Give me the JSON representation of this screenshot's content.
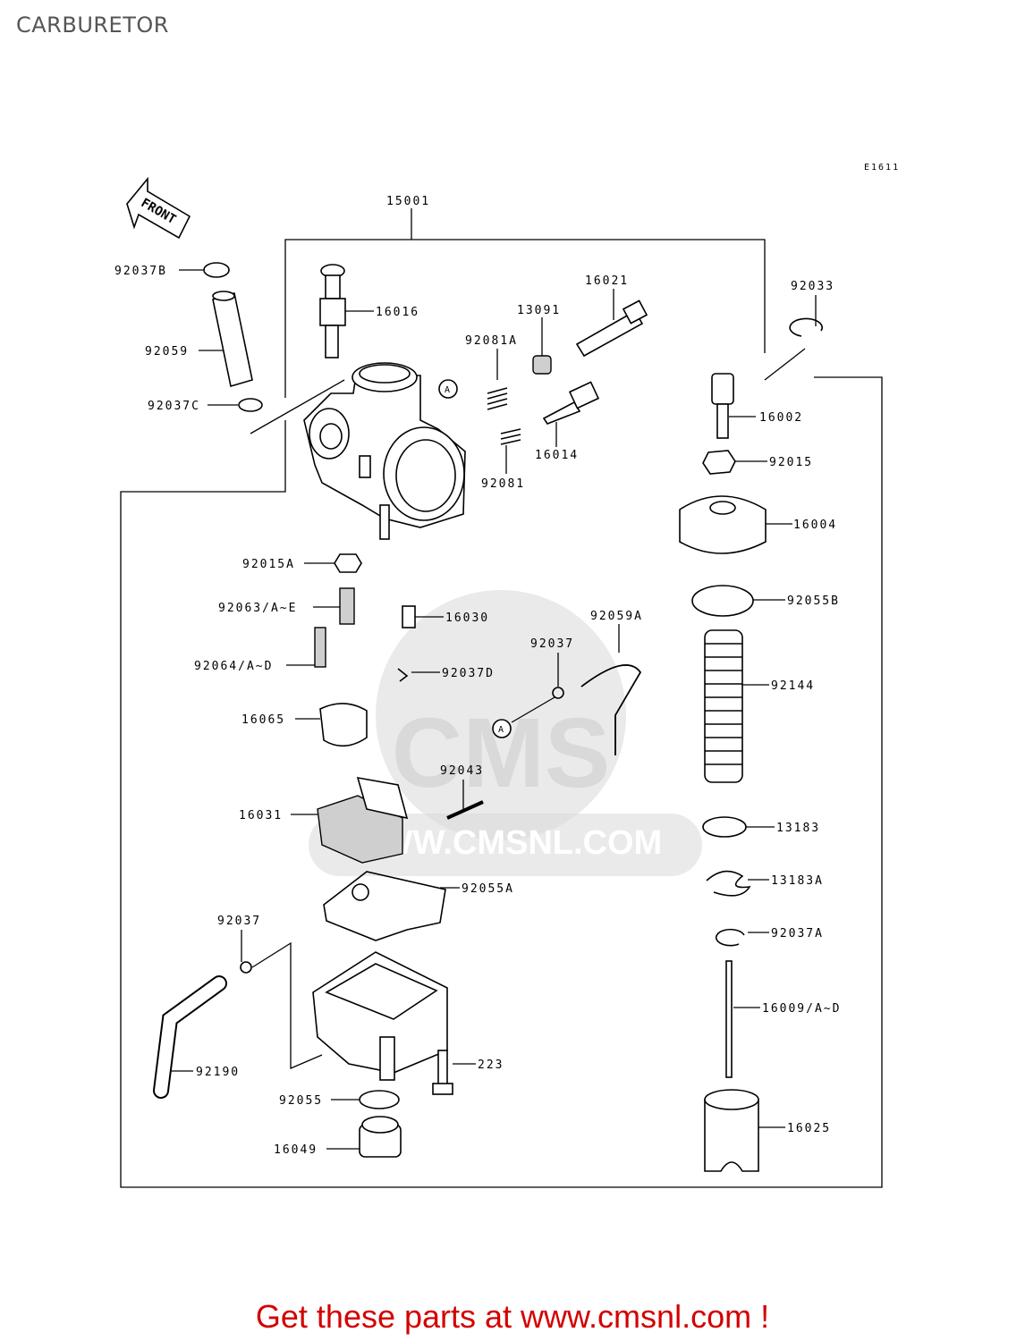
{
  "header": {
    "title": "CARBURETOR"
  },
  "diagram": {
    "code": "E1611",
    "front_label": "FRONT",
    "callout": "A",
    "watermark_brand": "CMS",
    "watermark_url": "WWW.CMSNL.COM",
    "parts": [
      {
        "id": "15001",
        "label": "15001"
      },
      {
        "id": "92037B",
        "label": "92037B"
      },
      {
        "id": "16016",
        "label": "16016"
      },
      {
        "id": "16021",
        "label": "16021"
      },
      {
        "id": "92033",
        "label": "92033"
      },
      {
        "id": "13091",
        "label": "13091"
      },
      {
        "id": "92081A",
        "label": "92081A"
      },
      {
        "id": "92059",
        "label": "92059"
      },
      {
        "id": "92037C",
        "label": "92037C"
      },
      {
        "id": "16002",
        "label": "16002"
      },
      {
        "id": "16014",
        "label": "16014"
      },
      {
        "id": "92015",
        "label": "92015"
      },
      {
        "id": "92081",
        "label": "92081"
      },
      {
        "id": "16004",
        "label": "16004"
      },
      {
        "id": "92015A",
        "label": "92015A"
      },
      {
        "id": "92055B",
        "label": "92055B"
      },
      {
        "id": "92063",
        "label": "92063/A~E"
      },
      {
        "id": "16030",
        "label": "16030"
      },
      {
        "id": "92059A",
        "label": "92059A"
      },
      {
        "id": "92037-1",
        "label": "92037"
      },
      {
        "id": "92064",
        "label": "92064/A~D"
      },
      {
        "id": "92037D",
        "label": "92037D"
      },
      {
        "id": "92144",
        "label": "92144"
      },
      {
        "id": "16065",
        "label": "16065"
      },
      {
        "id": "92043",
        "label": "92043"
      },
      {
        "id": "16031",
        "label": "16031"
      },
      {
        "id": "13183",
        "label": "13183"
      },
      {
        "id": "13183A",
        "label": "13183A"
      },
      {
        "id": "92055A",
        "label": "92055A"
      },
      {
        "id": "92037-2",
        "label": "92037"
      },
      {
        "id": "92037A",
        "label": "92037A"
      },
      {
        "id": "16009",
        "label": "16009/A~D"
      },
      {
        "id": "223",
        "label": "223"
      },
      {
        "id": "92190",
        "label": "92190"
      },
      {
        "id": "92055",
        "label": "92055"
      },
      {
        "id": "16025",
        "label": "16025"
      },
      {
        "id": "16049",
        "label": "16049"
      }
    ]
  },
  "footer": {
    "text": "Get these parts at www.cmsnl.com !"
  }
}
